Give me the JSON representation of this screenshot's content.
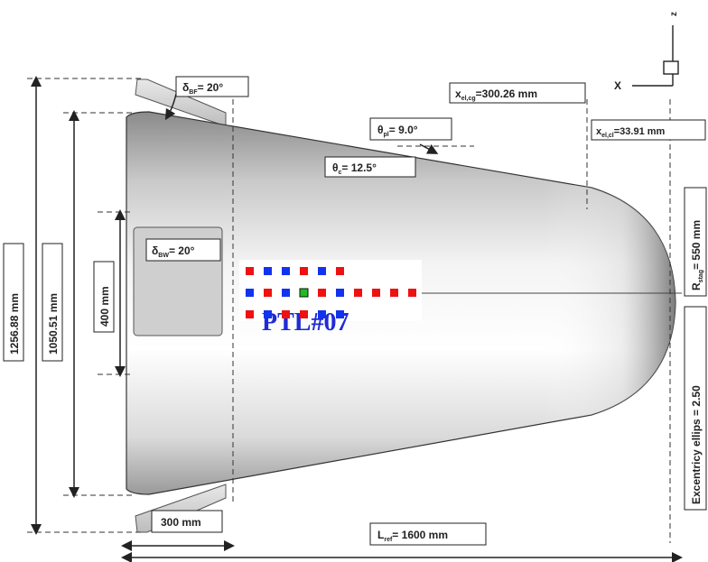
{
  "labels": {
    "delta_bf": "δ",
    "delta_bf_sub": "BF",
    "delta_bf_value": "= 20°",
    "x_elcg": "x",
    "x_elcg_sub": "el,cg",
    "x_elcg_value": "=300.26 mm",
    "x_elcg2": "x",
    "x_elcg2_sub": "el,cl",
    "x_elcg2_value": "=33.91 mm",
    "theta_pl": "θ",
    "theta_pl_sub": "pl",
    "theta_pl_value": "= 9.0°",
    "theta_c": "θ",
    "theta_c_sub": "c",
    "theta_c_value": "= 12.5°",
    "delta_bw": "δ",
    "delta_bw_sub": "BW",
    "delta_bw_value": "= 20°",
    "dim_total_height": "1256.88 mm",
    "dim_body_height": "1050.51 mm",
    "dim_flap_height": "400 mm",
    "dim_flap_length": "300 mm",
    "dim_length": "L",
    "dim_length_sub": "ref",
    "dim_length_value": "= 1600 mm",
    "r_stag": "R",
    "r_stag_sub": "stag",
    "r_stag_value": "= 550 mm",
    "excentricity": "Excentricy ellips = 2.50",
    "axis_x": "X",
    "axis_z": "z",
    "overlay": "PTL#07"
  },
  "marker_rows": [
    [
      "red",
      "blue",
      "blue",
      "red",
      "blue",
      "red"
    ],
    [
      "blue",
      "red",
      "blue",
      "green",
      "red",
      "blue",
      "red",
      "red",
      "red",
      "red"
    ],
    [
      "red",
      "blue",
      "red",
      "red",
      "blue",
      "blue"
    ]
  ],
  "colors": {
    "red": "#ee1111",
    "blue": "#1133ee",
    "green": "#22bb22",
    "overlay_text": "#1f2bd6"
  }
}
